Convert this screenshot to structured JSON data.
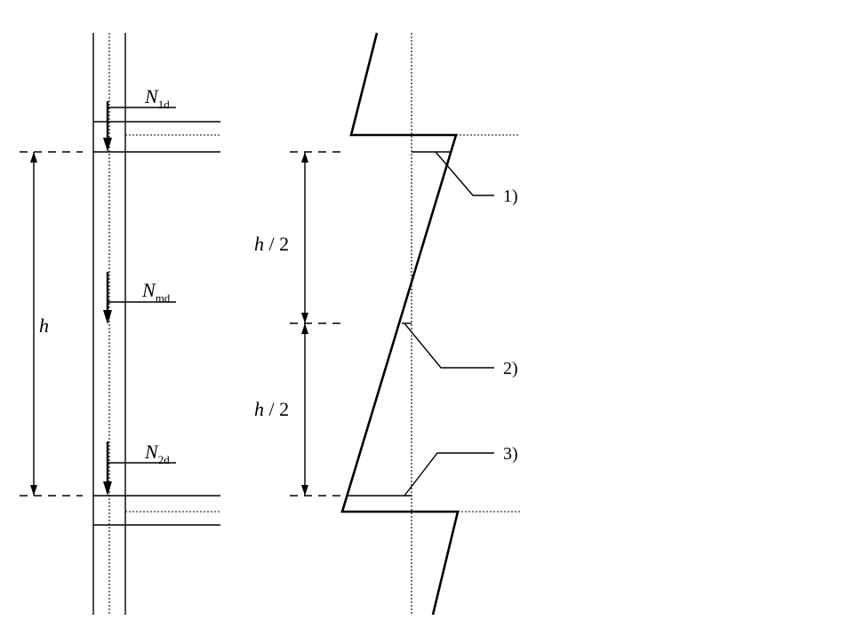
{
  "diagram": {
    "loads": [
      {
        "symbol": "N",
        "subscript": "1d"
      },
      {
        "symbol": "N",
        "subscript": "md"
      },
      {
        "symbol": "N",
        "subscript": "2d"
      }
    ],
    "dimensions": {
      "storey_height": "h",
      "half_top": "h / 2",
      "half_bottom": "h / 2"
    },
    "callouts": [
      "1)",
      "2)",
      "3)"
    ],
    "colors": {
      "line": "#000000",
      "background": "#ffffff"
    }
  }
}
